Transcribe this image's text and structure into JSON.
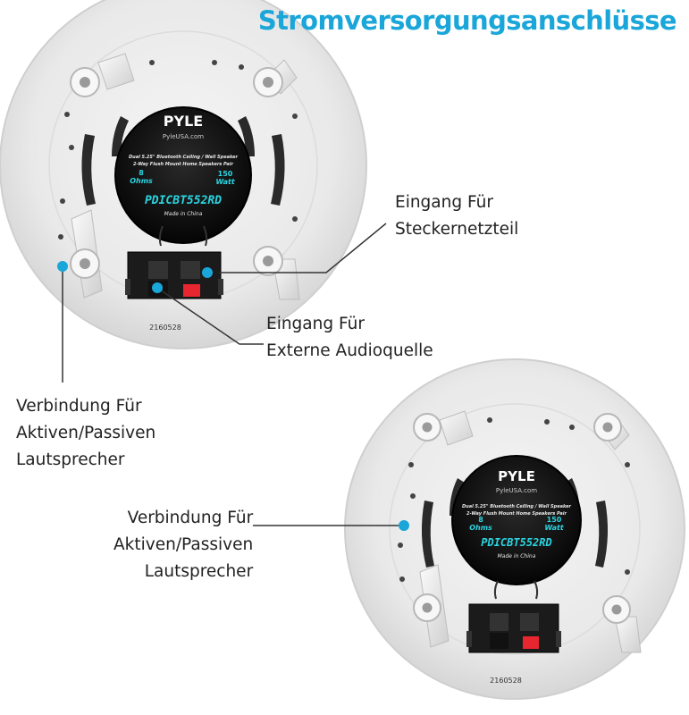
{
  "title": "Stromversorgungsanschlüsse",
  "labels": {
    "power_input": [
      "Eingang Für",
      "Steckernetzteil"
    ],
    "audio_input": [
      "Eingang Für",
      "Externe Audioquelle"
    ],
    "speaker_connection_top": [
      "Verbindung Für",
      "Aktiven/Passiven",
      "Lautsprecher"
    ],
    "speaker_connection_bottom": [
      "Verbindung Für",
      "Aktiven/Passiven",
      "Lautsprecher"
    ]
  },
  "speaker": {
    "brand": "PYLE",
    "website": "PyleUSA.com",
    "description_1": "Dual 5.25\" Bluetooth Ceiling / Wall Speaker",
    "description_2": "2-Way Flush Mount Home Speakers Pair",
    "impedance_value": "8",
    "impedance_unit": "Ohms",
    "power_value": "150",
    "power_unit": "Watt",
    "model": "PDICBT552RD",
    "origin": "Made in China",
    "serial": "2160528"
  },
  "colors": {
    "accent": "#1aa6d9",
    "text": "#222222",
    "terminal_red": "#e8262f",
    "terminal_black": "#1b1b1b",
    "label_cyan": "#2bd4e0"
  }
}
